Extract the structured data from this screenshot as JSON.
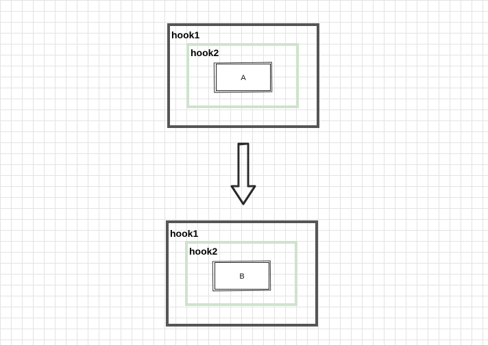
{
  "diagram": {
    "before": {
      "outer_label": "hook1",
      "inner_label": "hook2",
      "box_label": "A"
    },
    "after": {
      "outer_label": "hook1",
      "inner_label": "hook2",
      "box_label": "B"
    },
    "colors": {
      "outer_frame": "#555555",
      "inner_frame": "#cfe3cc",
      "grid": "#e3e3e3",
      "arrow": "#222222"
    }
  }
}
